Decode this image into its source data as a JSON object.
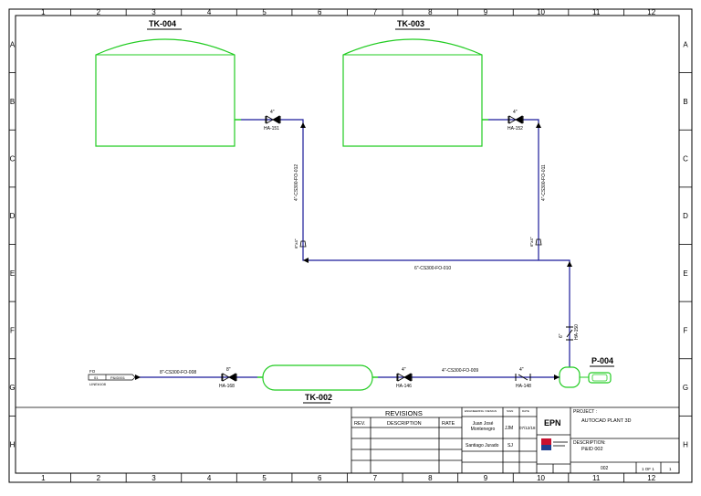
{
  "border": {
    "columns": [
      "1",
      "2",
      "3",
      "4",
      "5",
      "6",
      "7",
      "8",
      "9",
      "10",
      "11",
      "12"
    ],
    "rows": [
      "A",
      "B",
      "C",
      "D",
      "E",
      "F",
      "G",
      "H"
    ]
  },
  "tanks": {
    "tk004": "TK-004",
    "tk003": "TK-003",
    "tk002": "TK-002"
  },
  "pump": {
    "label": "P-004"
  },
  "valves": {
    "ha151": {
      "tag": "HA-151",
      "size": "4\""
    },
    "ha152": {
      "tag": "HA-152",
      "size": "4\""
    },
    "ha168": {
      "tag": "HA-168",
      "size": "8\""
    },
    "ha146": {
      "tag": "HA-146",
      "size": "4\""
    },
    "ha148": {
      "tag": "HA-148",
      "size": "4\""
    },
    "ha150": {
      "tag": "HA-150",
      "size": "6\""
    }
  },
  "lines": {
    "fo012": "4\"-CS300-FO-012",
    "fo011": "4\"-CS300-FO-011",
    "fo010": "6\"-CS300-FO-010",
    "fo008": "8\"-CS300-FO-008",
    "fo009": "4\"-CS300-FO-009"
  },
  "reducers": {
    "left": "6\"x4\"",
    "right": "6\"x4\""
  },
  "offpage": {
    "from": "FO",
    "num": "01",
    "ref": "P&ID001",
    "line": "LINE#108"
  },
  "title_block": {
    "revisions_title": "REVISIONS",
    "col_rev": "REV.",
    "col_desc": "DESCRIPTION",
    "col_rate": "RATE",
    "eng_header": "ENGINEERING / DESIGN",
    "sign_header": "SIGN",
    "date_header": "DATE",
    "designer": "Juan José Montenegro",
    "designer_init": "JJM",
    "date": "07/12/18",
    "reviewer": "Santiago Jurado",
    "reviewer_init": "SJ",
    "project_label": "PROJECT :",
    "project": "AUTOCAD PLANT 3D",
    "description_label": "DESCRIPTION:",
    "description": "P&ID 002",
    "company": "EPN",
    "drawing_no": "002",
    "sheet": "1 OF 1",
    "rev_no": "1"
  }
}
